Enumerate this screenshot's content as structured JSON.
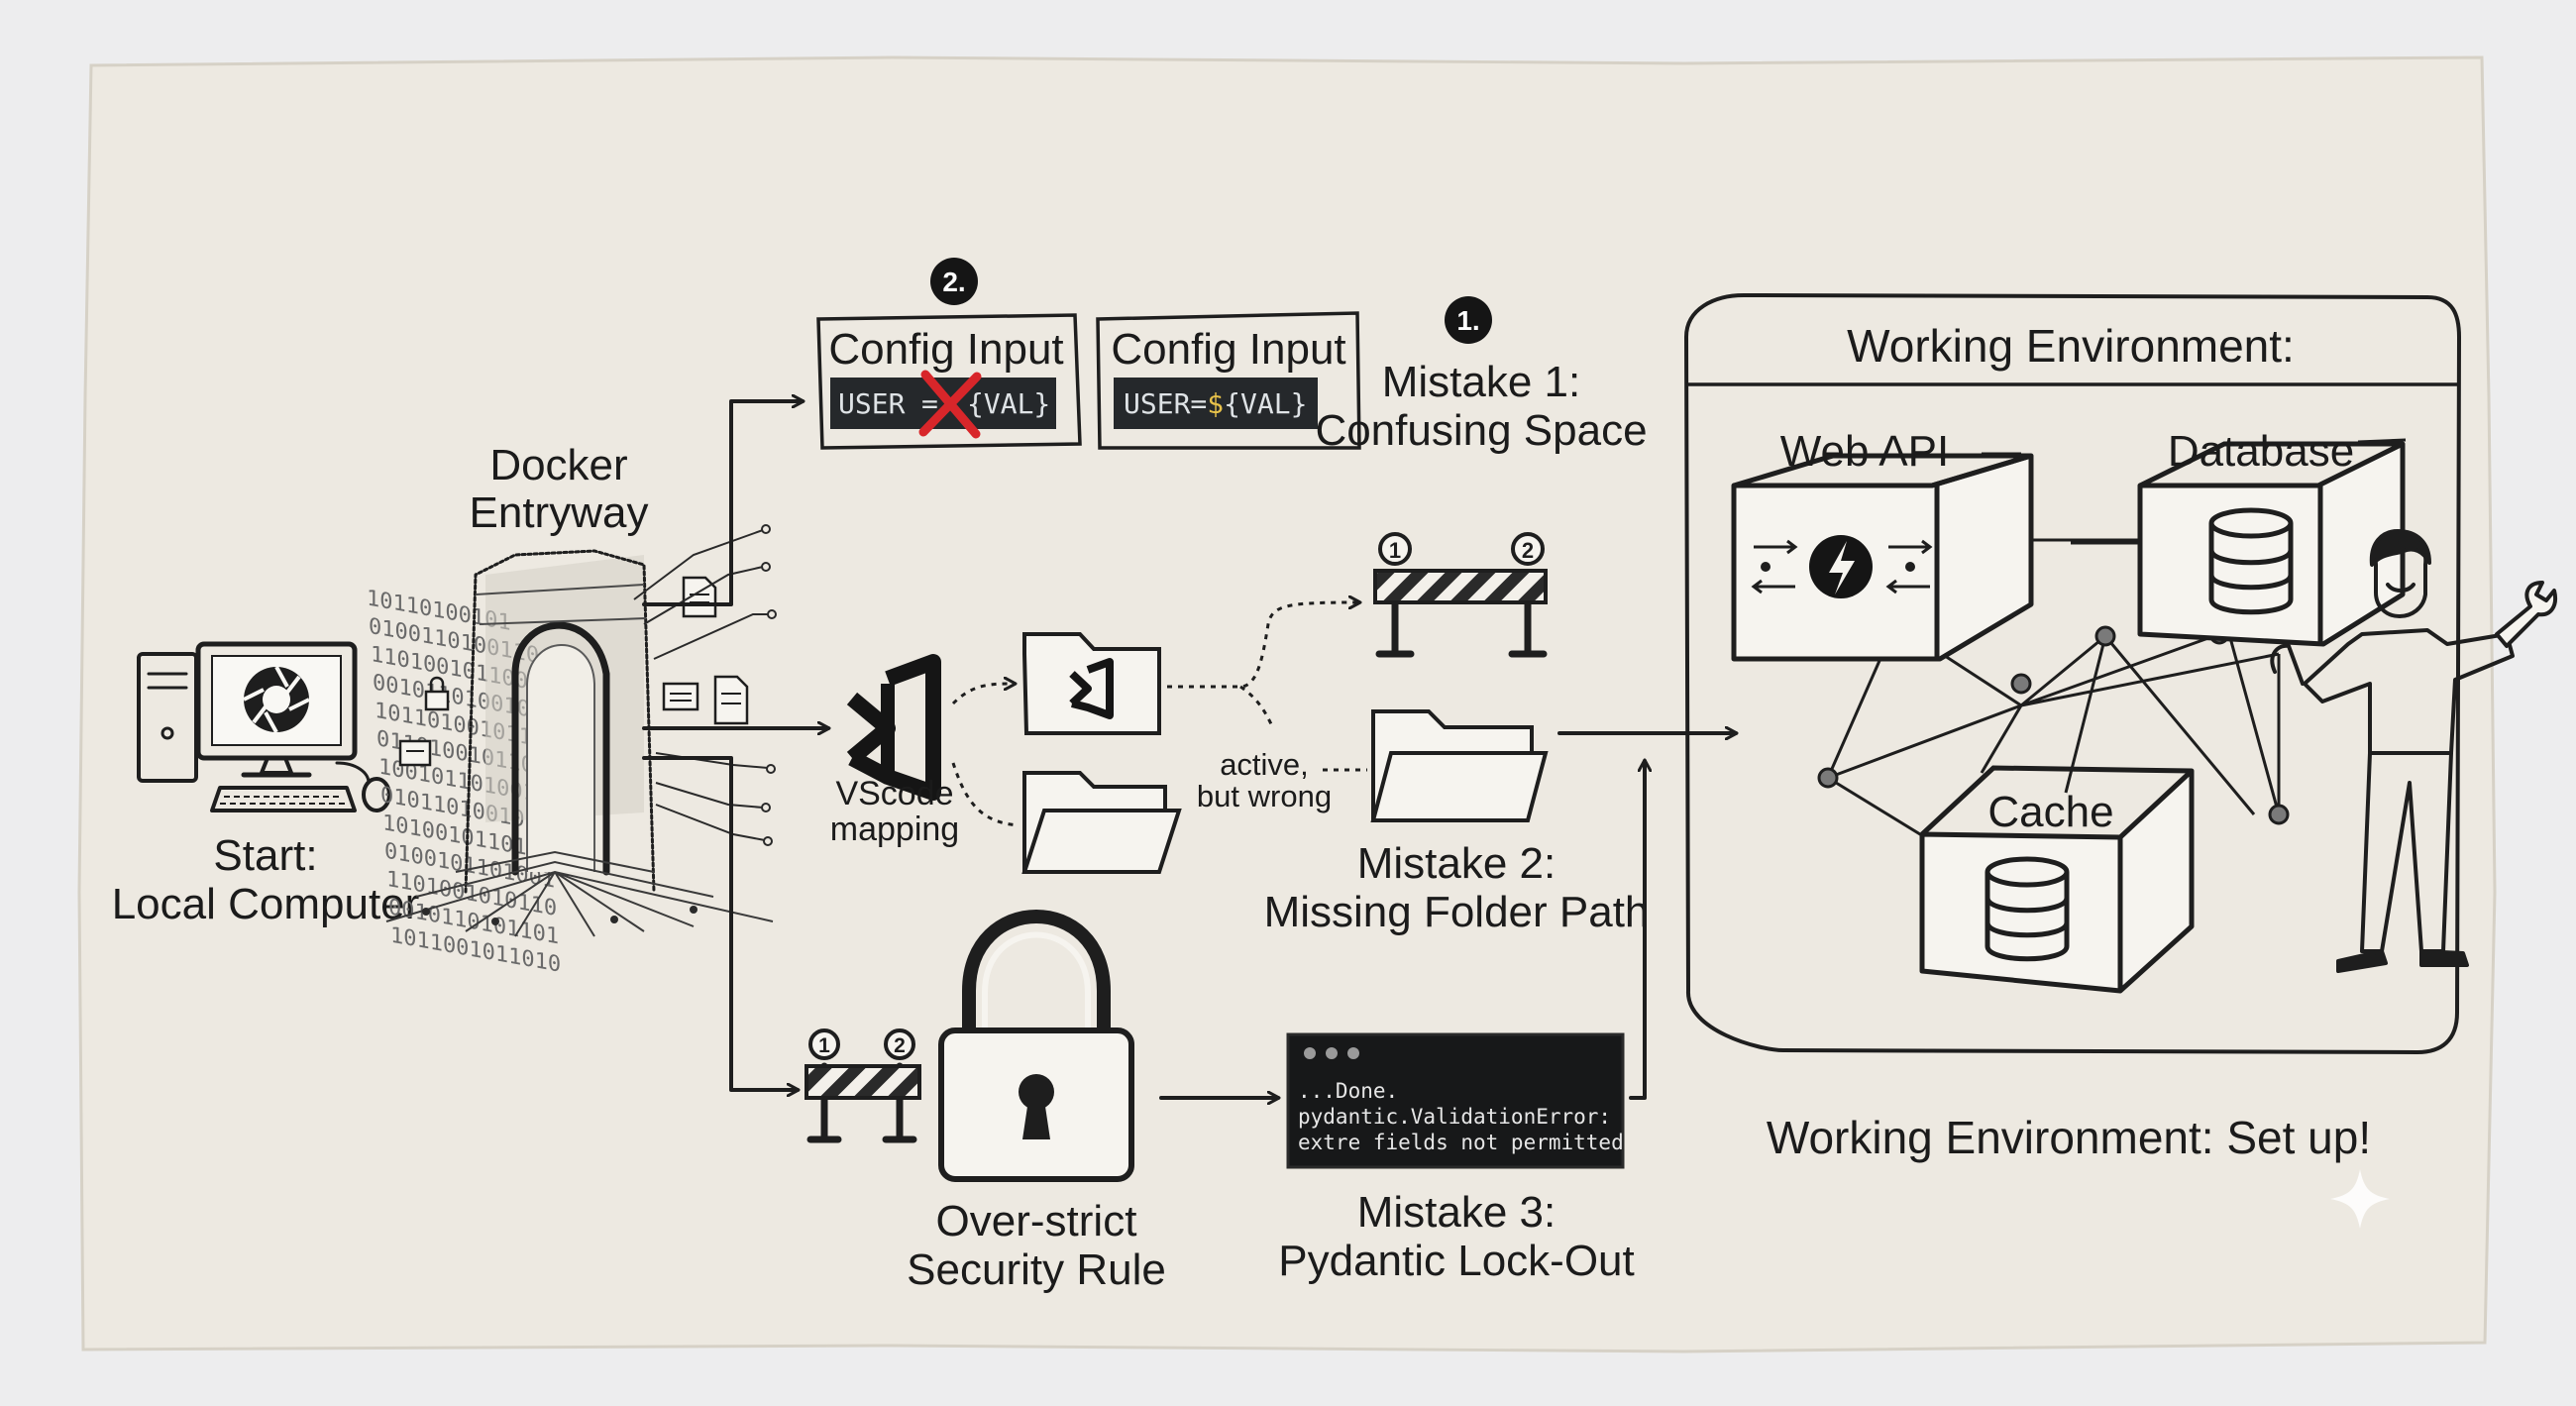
{
  "start": {
    "line1": "Start:",
    "line2": "Local Computer"
  },
  "docker": {
    "line1": "Docker",
    "line2": "Entryway"
  },
  "config_wrong": {
    "title": "Config Input",
    "code_user": "USER",
    "code_eq": "=",
    "code_rest": "{VAL}"
  },
  "config_right": {
    "title": "Config Input",
    "code_user": "USER=",
    "code_dollar": "$",
    "code_rest": "{VAL}"
  },
  "step_badges": {
    "two": "2.",
    "one": "1."
  },
  "mistake1": {
    "line1": "Mistake 1:",
    "line2": "Confusing Space"
  },
  "vscode": {
    "line1": "VScode",
    "line2": "mapping"
  },
  "active_note": {
    "line1": "active,",
    "line2": "but wrong"
  },
  "mistake2": {
    "line1": "Mistake 2:",
    "line2": "Missing Folder Path"
  },
  "barrier_numbers": [
    "1",
    "2"
  ],
  "security": {
    "line1": "Over-strict",
    "line2": "Security Rule"
  },
  "terminal": {
    "line1": "...Done.",
    "line2": "pydantic.ValidationError:",
    "line3": "extre fields not permitted"
  },
  "mistake3": {
    "line1": "Mistake 3:",
    "line2": "Pydantic Lock-Out"
  },
  "environment": {
    "title": "Working Environment:",
    "web_api": "Web API",
    "database": "Database",
    "cache": "Cache",
    "caption": "Working Environment: Set up!"
  },
  "binary": [
    "10110100101",
    "0100110100110",
    "1101001011001",
    "0010110100101",
    "1011010010110",
    "0110100101101",
    "1001011010010",
    "0101101001011",
    "1010010110100",
    "0100101101001",
    "1101001010110",
    "0010110101101",
    "1011001011010"
  ],
  "colors": {
    "paper": "#ede9e1",
    "ink": "#1e1e1e",
    "code_bg": "#25282b",
    "code_text": "#dfe3e6",
    "code_dollar": "#e8c24a",
    "error_x": "#d8262a"
  }
}
